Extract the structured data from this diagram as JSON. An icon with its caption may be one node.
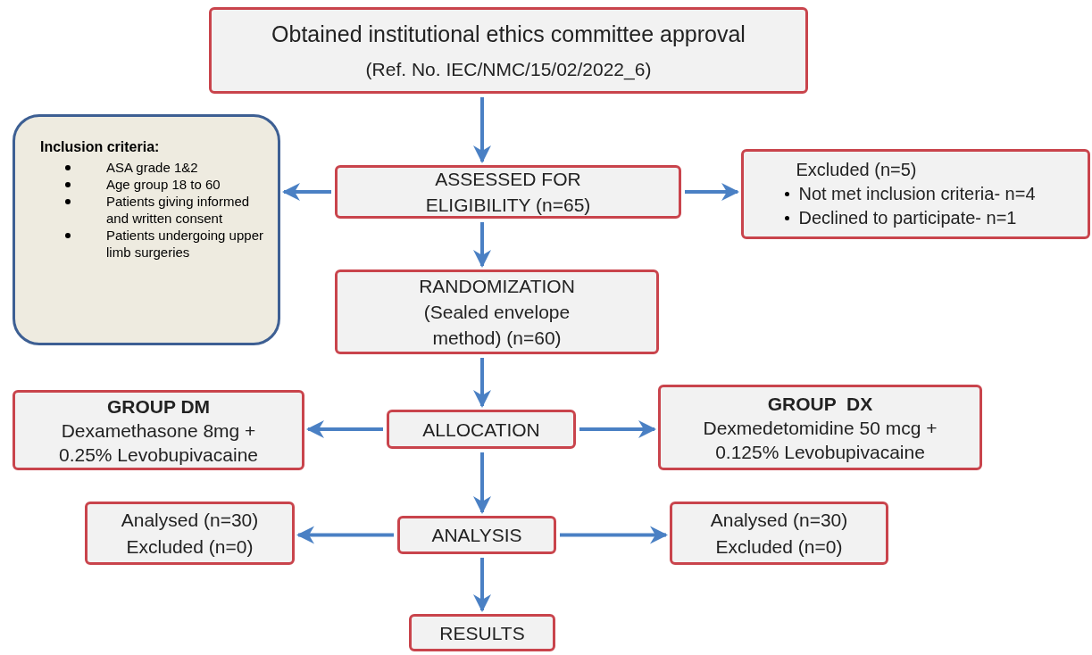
{
  "diagram": {
    "nodes": [
      {
        "text": [
          "Obtained institutional ethics committee approval",
          "(Ref. No. IEC/NMC/15/02/2022_6)"
        ]
      },
      {
        "text": [
          "Inclusion criteria:",
          "ASA grade 1&2",
          "Age group 18 to 60",
          "Patients giving informed and written consent",
          "Patients undergoing upper limb surgeries"
        ]
      },
      {
        "text": [
          "ASSESSED FOR ELIGIBILITY (n=65)"
        ]
      },
      {
        "text": [
          "Excluded (n=5)",
          "Not met inclusion criteria- n=4",
          "Declined to participate- n=1"
        ]
      },
      {
        "text": [
          "RANDOMIZATION (Sealed envelope method) (n=60)"
        ]
      },
      {
        "text": [
          "GROUP DM",
          "Dexamethasone 8mg + 0.25% Levobupivacaine"
        ]
      },
      {
        "text": [
          "ALLOCATION"
        ]
      },
      {
        "text": [
          "GROUP  DX",
          "Dexmedetomidine 50 mcg + 0.125% Levobupivacaine"
        ]
      },
      {
        "text": [
          "Analysed (n=30)",
          "Excluded (n=0)"
        ]
      },
      {
        "text": [
          "ANALYSIS"
        ]
      },
      {
        "text": [
          "Analysed (n=30)",
          "Excluded (n=0)"
        ]
      },
      {
        "text": [
          "RESULTS"
        ]
      }
    ],
    "edges": [
      {
        "from": 0,
        "to": 2,
        "arrow": "to"
      },
      {
        "from": 2,
        "to": 1,
        "arrow": "to"
      },
      {
        "from": 2,
        "to": 3,
        "arrow": "to"
      },
      {
        "from": 2,
        "to": 4,
        "arrow": "to"
      },
      {
        "from": 4,
        "to": 6,
        "arrow": "to"
      },
      {
        "from": 6,
        "to": 5,
        "arrow": "to"
      },
      {
        "from": 6,
        "to": 7,
        "arrow": "to"
      },
      {
        "from": 6,
        "to": 9,
        "arrow": "to"
      },
      {
        "from": 9,
        "to": 8,
        "arrow": "to"
      },
      {
        "from": 9,
        "to": 10,
        "arrow": "to"
      },
      {
        "from": 9,
        "to": 11,
        "arrow": "to"
      }
    ]
  }
}
